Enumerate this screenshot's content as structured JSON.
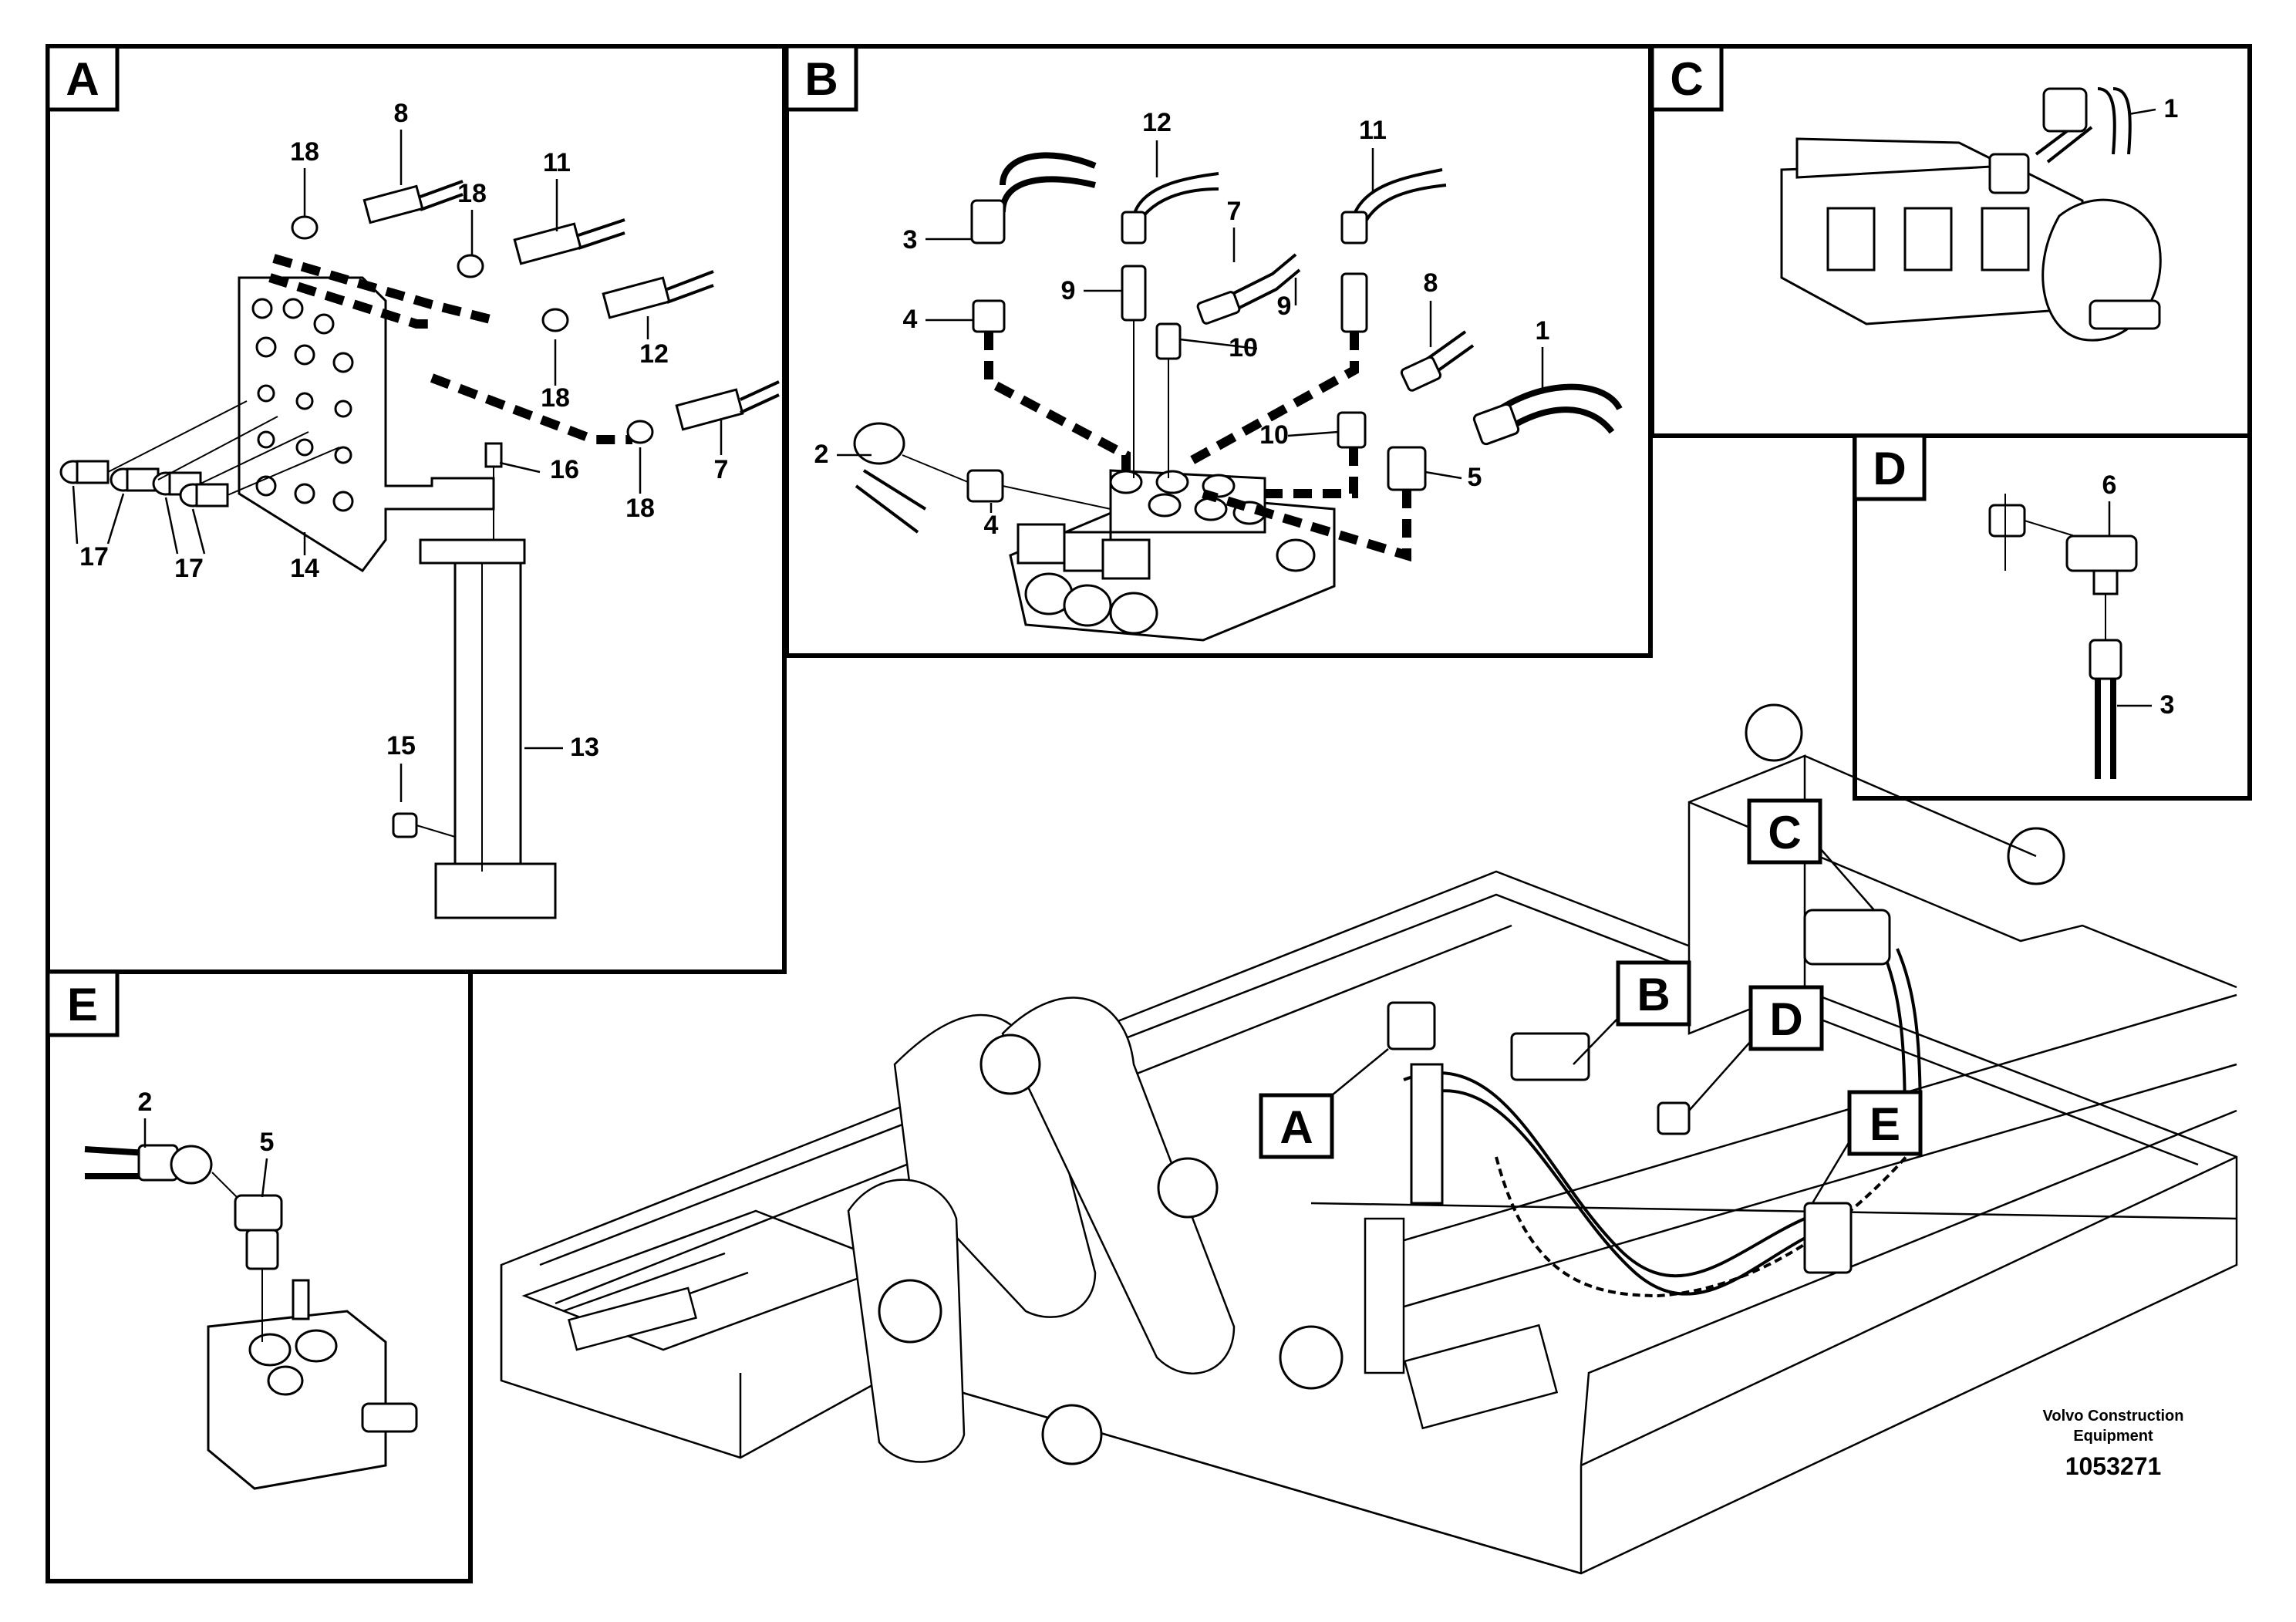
{
  "panels": {
    "A": {
      "letter": "A",
      "callouts": [
        "18",
        "8",
        "18",
        "11",
        "12",
        "18",
        "16",
        "18",
        "7",
        "17",
        "17",
        "14",
        "15",
        "13"
      ]
    },
    "B": {
      "letter": "B",
      "callouts": [
        "12",
        "11",
        "3",
        "7",
        "4",
        "9",
        "9",
        "10",
        "8",
        "1",
        "2",
        "10",
        "5",
        "4"
      ]
    },
    "C": {
      "letter": "C",
      "callouts": [
        "1"
      ]
    },
    "D": {
      "letter": "D",
      "callouts": [
        "6",
        "3"
      ]
    },
    "E": {
      "letter": "E",
      "callouts": [
        "2",
        "5"
      ]
    }
  },
  "overview": {
    "markers": [
      "C",
      "B",
      "D",
      "A",
      "E"
    ]
  },
  "footer": {
    "maker_line1": "Volvo Construction",
    "maker_line2": "Equipment",
    "drawing_number": "1053271"
  }
}
